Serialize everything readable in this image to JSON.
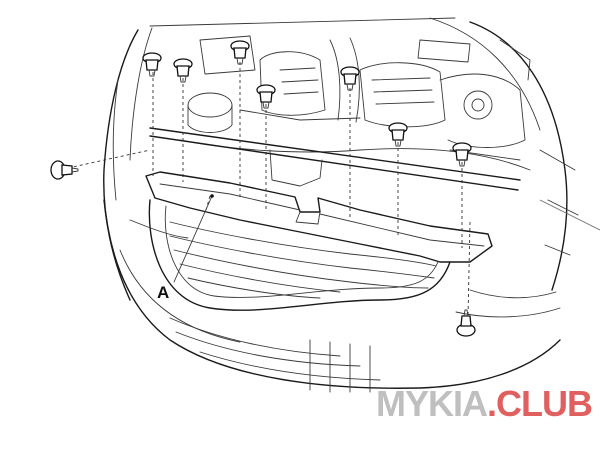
{
  "diagram": {
    "callout_label": "A"
  },
  "watermark": {
    "main": "MYKIA",
    "separator": ".",
    "suffix": "CLUB",
    "main_color": "#bfbfbf",
    "suffix_color": "#e06060"
  },
  "icons": {
    "fastener": "clip-fastener-icon",
    "component": "radiator-cover-icon"
  }
}
